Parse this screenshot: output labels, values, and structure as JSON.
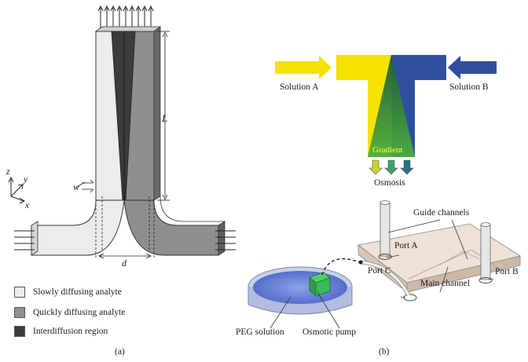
{
  "panel_a": {
    "caption": "(a)",
    "dims": {
      "L": "L",
      "w": "w",
      "d": "d"
    },
    "axes": {
      "z": "z",
      "y": "y",
      "x": "x"
    },
    "legend": [
      {
        "label": "Slowly diffusing analyte",
        "color": "#ececec"
      },
      {
        "label": "Quickly diffusing analyte",
        "color": "#8f8f8f"
      },
      {
        "label": "Interdiffusion region",
        "color": "#3c3c3c"
      }
    ]
  },
  "panel_b": {
    "caption": "(b)",
    "solution_a": "Solution A",
    "solution_b": "Solution B",
    "gradient": "Gradient",
    "osmosis": "Osmosis",
    "guide_channels": "Guide channels",
    "port_a": "Port A",
    "port_b": "Port B",
    "port_c": "Port C",
    "main_channel": "Main channel",
    "peg_solution": "PEG solution",
    "osmotic_pump": "Osmotic pump",
    "colors": {
      "yellow": "#f4e200",
      "blue": "#2f4f9e",
      "green": "#2e8b4a"
    }
  }
}
